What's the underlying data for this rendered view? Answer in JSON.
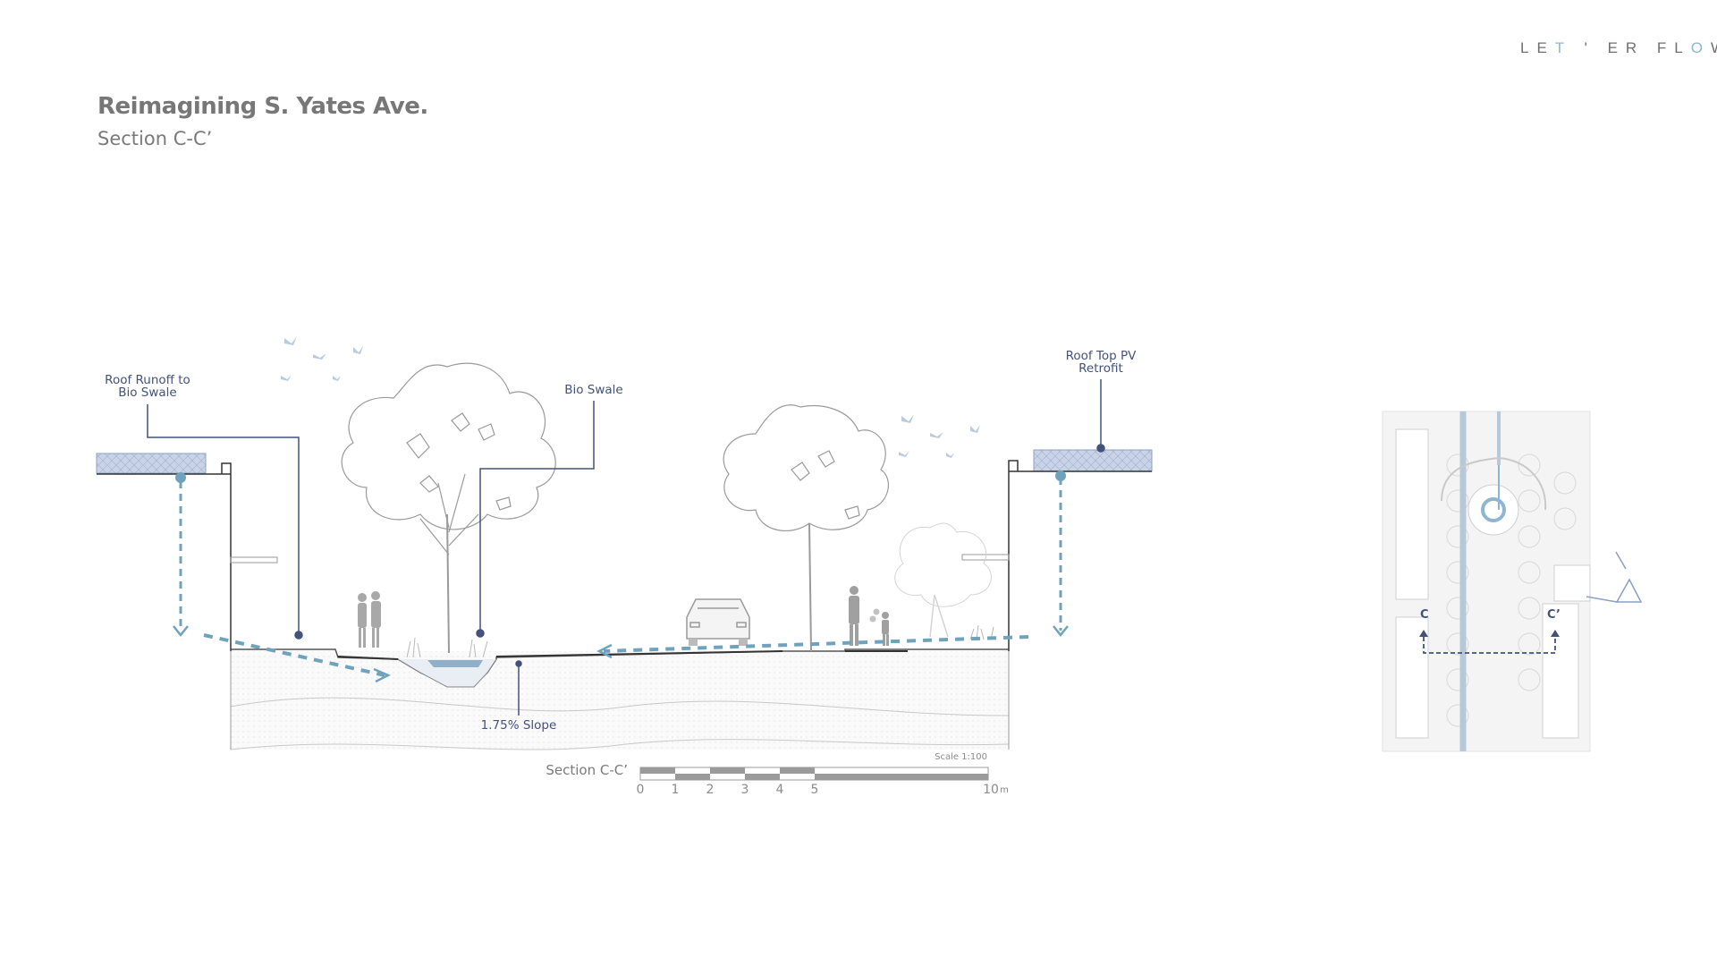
{
  "brand": {
    "left": "LE",
    "accent1": "T",
    "middle": " ' ER FL",
    "accent2": "O",
    "right": "W"
  },
  "header": {
    "title": "Reimagining S. Yates Ave.",
    "subtitle": "Section C-C’"
  },
  "callouts": {
    "roof_runoff_line1": "Roof Runoff to",
    "roof_runoff_line2": "Bio Swale",
    "bio_swale": "Bio Swale",
    "roof_pv_line1": "Roof Top PV",
    "roof_pv_line2": "Retrofit",
    "slope": "1.75% Slope"
  },
  "scale_bar": {
    "label": "Section C-C’",
    "scale_note": "Scale 1:100",
    "ticks": [
      "0",
      "1",
      "2",
      "3",
      "4",
      "5",
      "10"
    ],
    "unit": "m"
  },
  "key_map": {
    "marker_left": "C",
    "marker_right": "C’"
  },
  "colors": {
    "accent": "#6fa3bd",
    "callout": "#44527a",
    "text": "#777777"
  }
}
